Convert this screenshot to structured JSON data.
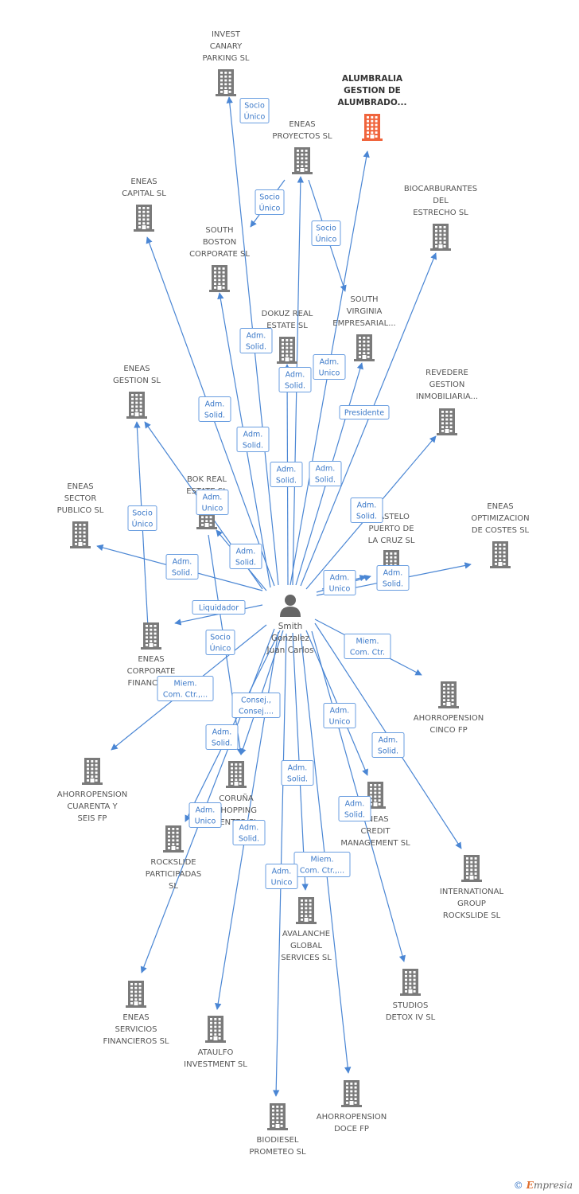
{
  "colors": {
    "edge": "#4a86d4",
    "building": "#7a7a7a",
    "building_focus": "#f0643c",
    "person": "#666666",
    "label": "#555555",
    "rel_border": "#6a9ee0",
    "rel_text": "#3a78c8"
  },
  "person": {
    "name_lines": [
      "Smith",
      "Gonzalez",
      "Juan Carlos"
    ],
    "icon": "person-icon"
  },
  "companies": [
    {
      "id": "invest-canary",
      "lines": [
        "INVEST",
        "CANARY",
        "PARKING  SL"
      ],
      "focus": false
    },
    {
      "id": "alumbralia",
      "lines": [
        "ALUMBRALIA",
        "GESTION DE",
        "ALUMBRADO..."
      ],
      "focus": true
    },
    {
      "id": "eneas-proyectos",
      "lines": [
        "ENEAS",
        "PROYECTOS  SL"
      ],
      "focus": false
    },
    {
      "id": "eneas-capital",
      "lines": [
        "ENEAS",
        "CAPITAL  SL"
      ],
      "focus": false
    },
    {
      "id": "biocarburantes",
      "lines": [
        "BIOCARBURANTES",
        "DEL",
        "ESTRECHO SL"
      ],
      "focus": false
    },
    {
      "id": "south-boston",
      "lines": [
        "SOUTH",
        "BOSTON",
        "CORPORATE  SL"
      ],
      "focus": false
    },
    {
      "id": "dokuz",
      "lines": [
        "DOKUZ REAL",
        "ESTATE  SL"
      ],
      "focus": false
    },
    {
      "id": "south-virginia",
      "lines": [
        "SOUTH",
        "VIRGINIA",
        "EMPRESARIAL..."
      ],
      "focus": false
    },
    {
      "id": "eneas-gestion",
      "lines": [
        "ENEAS",
        "GESTION SL"
      ],
      "focus": false
    },
    {
      "id": "revedere",
      "lines": [
        "REVEDERE",
        "GESTION",
        "INMOBILIARIA..."
      ],
      "focus": false
    },
    {
      "id": "bok-real",
      "lines": [
        "BOK REAL",
        "ESTATE SL"
      ],
      "focus": false
    },
    {
      "id": "eneas-sector",
      "lines": [
        "ENEAS",
        "SECTOR",
        "PUBLICO SL"
      ],
      "focus": false
    },
    {
      "id": "castelo",
      "lines": [
        "CASTELO",
        "PUERTO DE",
        "LA CRUZ  SL"
      ],
      "focus": false
    },
    {
      "id": "eneas-optimizacion",
      "lines": [
        "ENEAS",
        "OPTIMIZACION",
        "DE COSTES SL"
      ],
      "focus": false
    },
    {
      "id": "eneas-corporate",
      "lines": [
        "ENEAS",
        "CORPORATE",
        "FINANCE SL"
      ],
      "focus": false
    },
    {
      "id": "ahorro-cinco",
      "lines": [
        "AHORROPENSION",
        "CINCO FP"
      ],
      "focus": false
    },
    {
      "id": "ahorro-cuarenta",
      "lines": [
        "AHORROPENSION",
        "CUARENTA Y",
        "SEIS FP"
      ],
      "focus": false
    },
    {
      "id": "coruna",
      "lines": [
        "CORUÑA",
        "SHOPPING",
        "CENTER SL"
      ],
      "focus": false
    },
    {
      "id": "eneas-credit",
      "lines": [
        "ENEAS",
        "CREDIT",
        "MANAGEMENT SL"
      ],
      "focus": false
    },
    {
      "id": "rockslide-part",
      "lines": [
        "ROCKSLIDE",
        "PARTICIPADAS",
        "SL"
      ],
      "focus": false
    },
    {
      "id": "international-group",
      "lines": [
        "INTERNATIONAL",
        "GROUP",
        "ROCKSLIDE  SL"
      ],
      "focus": false
    },
    {
      "id": "avalanche",
      "lines": [
        "AVALANCHE",
        "GLOBAL",
        "SERVICES  SL"
      ],
      "focus": false
    },
    {
      "id": "eneas-servicios",
      "lines": [
        "ENEAS",
        "SERVICIOS",
        "FINANCIEROS SL"
      ],
      "focus": false
    },
    {
      "id": "studios-detox",
      "lines": [
        "STUDIOS",
        "DETOX IV  SL"
      ],
      "focus": false
    },
    {
      "id": "ataulfo",
      "lines": [
        "ATAULFO",
        "INVESTMENT SL"
      ],
      "focus": false
    },
    {
      "id": "ahorro-doce",
      "lines": [
        "AHORROPENSION",
        "DOCE FP"
      ],
      "focus": false
    },
    {
      "id": "biodiesel",
      "lines": [
        "BIODIESEL",
        "PROMETEO SL"
      ],
      "focus": false
    }
  ],
  "relations": [
    {
      "id": "rel-1",
      "lines": [
        "Socio",
        "Único"
      ]
    },
    {
      "id": "rel-2",
      "lines": [
        "Socio",
        "Único"
      ]
    },
    {
      "id": "rel-3",
      "lines": [
        "Socio",
        "Único"
      ]
    },
    {
      "id": "rel-4",
      "lines": [
        "Adm.",
        "Solid."
      ]
    },
    {
      "id": "rel-5",
      "lines": [
        "Adm.",
        "Solid."
      ]
    },
    {
      "id": "rel-6",
      "lines": [
        "Adm.",
        "Unico"
      ]
    },
    {
      "id": "rel-7",
      "lines": [
        "Adm.",
        "Solid."
      ]
    },
    {
      "id": "rel-8",
      "lines": [
        "Presidente"
      ]
    },
    {
      "id": "rel-9",
      "lines": [
        "Adm.",
        "Solid."
      ]
    },
    {
      "id": "rel-10",
      "lines": [
        "Adm.",
        "Solid."
      ]
    },
    {
      "id": "rel-11",
      "lines": [
        "Adm.",
        "Solid."
      ]
    },
    {
      "id": "rel-12",
      "lines": [
        "Adm.",
        "Solid."
      ]
    },
    {
      "id": "rel-13",
      "lines": [
        "Adm.",
        "Unico"
      ]
    },
    {
      "id": "rel-14",
      "lines": [
        "Socio",
        "Único"
      ]
    },
    {
      "id": "rel-15",
      "lines": [
        "Adm.",
        "Solid."
      ]
    },
    {
      "id": "rel-16",
      "lines": [
        "Adm.",
        "Solid."
      ]
    },
    {
      "id": "rel-17",
      "lines": [
        "Adm.",
        "Unico"
      ]
    },
    {
      "id": "rel-18",
      "lines": [
        "Adm.",
        "Solid."
      ]
    },
    {
      "id": "rel-19",
      "lines": [
        "Liquidador"
      ]
    },
    {
      "id": "rel-20",
      "lines": [
        "Miem.",
        "Com. Ctr."
      ]
    },
    {
      "id": "rel-21",
      "lines": [
        "Socio",
        "Único"
      ]
    },
    {
      "id": "rel-22",
      "lines": [
        "Miem.",
        "Com. Ctr.,..."
      ]
    },
    {
      "id": "rel-23",
      "lines": [
        "Consej.,",
        "Consej...."
      ]
    },
    {
      "id": "rel-24",
      "lines": [
        "Adm.",
        "Unico"
      ]
    },
    {
      "id": "rel-25",
      "lines": [
        "Adm.",
        "Solid."
      ]
    },
    {
      "id": "rel-26",
      "lines": [
        "Adm.",
        "Solid."
      ]
    },
    {
      "id": "rel-27",
      "lines": [
        "Adm.",
        "Solid."
      ]
    },
    {
      "id": "rel-28",
      "lines": [
        "Adm.",
        "Solid."
      ]
    },
    {
      "id": "rel-29",
      "lines": [
        "Adm.",
        "Unico"
      ]
    },
    {
      "id": "rel-30",
      "lines": [
        "Adm.",
        "Solid."
      ]
    },
    {
      "id": "rel-31",
      "lines": [
        "Miem.",
        "Com. Ctr.,..."
      ]
    },
    {
      "id": "rel-32",
      "lines": [
        "Adm.",
        "Unico"
      ]
    }
  ],
  "footer": {
    "copyright": "©",
    "brand_e": "E",
    "brand_rest": "mpresia"
  }
}
